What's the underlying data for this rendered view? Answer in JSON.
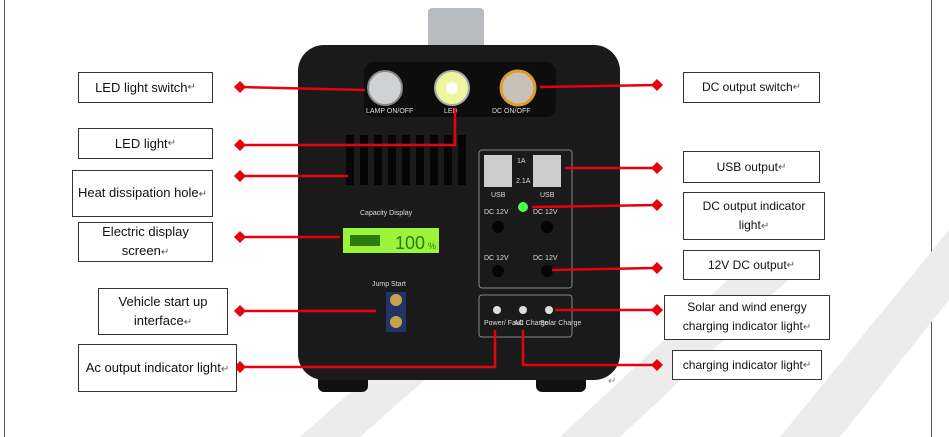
{
  "labels": {
    "led_light_switch": "LED light switch",
    "led_light": "LED light",
    "heat_dissipation_hole": "Heat dissipation hole",
    "electric_display_screen": "Electric display screen",
    "vehicle_start_up_interface": "Vehicle start up interface",
    "ac_output_indicator_light": "Ac output indicator light",
    "dc_output_switch": "DC output switch",
    "usb_output": "USB output",
    "dc_output_indicator_light": "DC output indicator light",
    "dc_12v_output": "12V DC output",
    "solar_wind_indicator": "Solar and wind energy charging indicator light",
    "charging_indicator_light": "charging indicator light",
    "return_mark": "↵"
  },
  "device": {
    "lamp_switch": "LAMP  ON/OFF",
    "led": "LED",
    "dc_switch": "DC  ON/OFF",
    "usb": "USB",
    "usb_1a": "1A",
    "usb_21a": "2.1A",
    "dc12v": "DC 12V",
    "capacity_display": "Capacity  Display",
    "display_value": "100",
    "display_unit": "%",
    "jump_start": "Jump  Start",
    "power_fault": "Power/ Fault",
    "ac_charge": "AC Charge",
    "solar_charge": "Solar Charge"
  },
  "colors": {
    "arrow": "#e8000b",
    "body": "#1c1c1c",
    "lcd": "#9cf43a",
    "led_green": "#4dff4d"
  }
}
